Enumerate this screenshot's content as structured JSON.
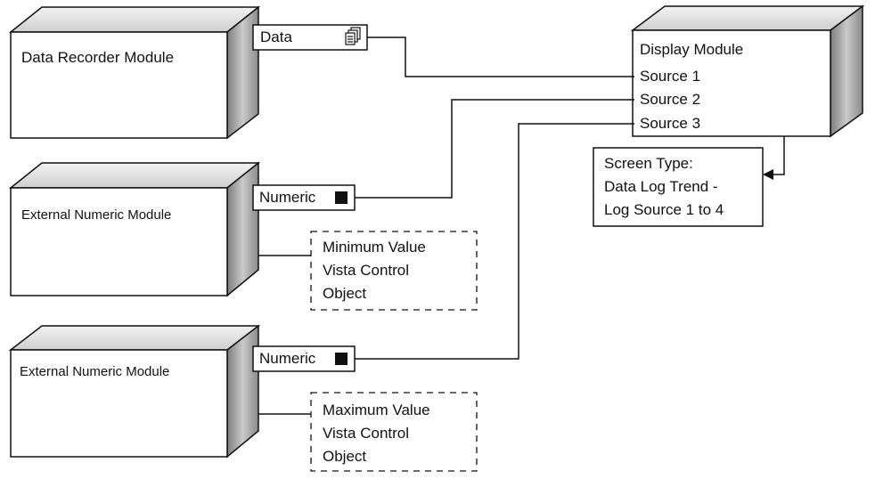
{
  "modules": {
    "data_recorder": {
      "title": "Data Recorder Module",
      "port": "Data",
      "port_icon": "document-stack-icon"
    },
    "ext_numeric_1": {
      "title": "External Numeric Module",
      "port": "Numeric",
      "port_icon": "filled-square-icon"
    },
    "ext_numeric_2": {
      "title": "External Numeric Module",
      "port": "Numeric",
      "port_icon": "filled-square-icon"
    },
    "display": {
      "title": "Display Module",
      "sources": [
        "Source 1",
        "Source 2",
        "Source 3"
      ]
    }
  },
  "notes": {
    "screen_type": [
      "Screen Type:",
      "Data Log Trend  -",
      "Log Source 1 to 4"
    ],
    "min_value": [
      "Minimum Value",
      "Vista Control",
      "Object"
    ],
    "max_value": [
      "Maximum Value",
      "Vista Control",
      "Object"
    ]
  },
  "colors": {
    "stroke": "#111111",
    "box_face": "#ffffff",
    "box_side": "#9a9a9a",
    "box_top": "#d9d9d9"
  }
}
